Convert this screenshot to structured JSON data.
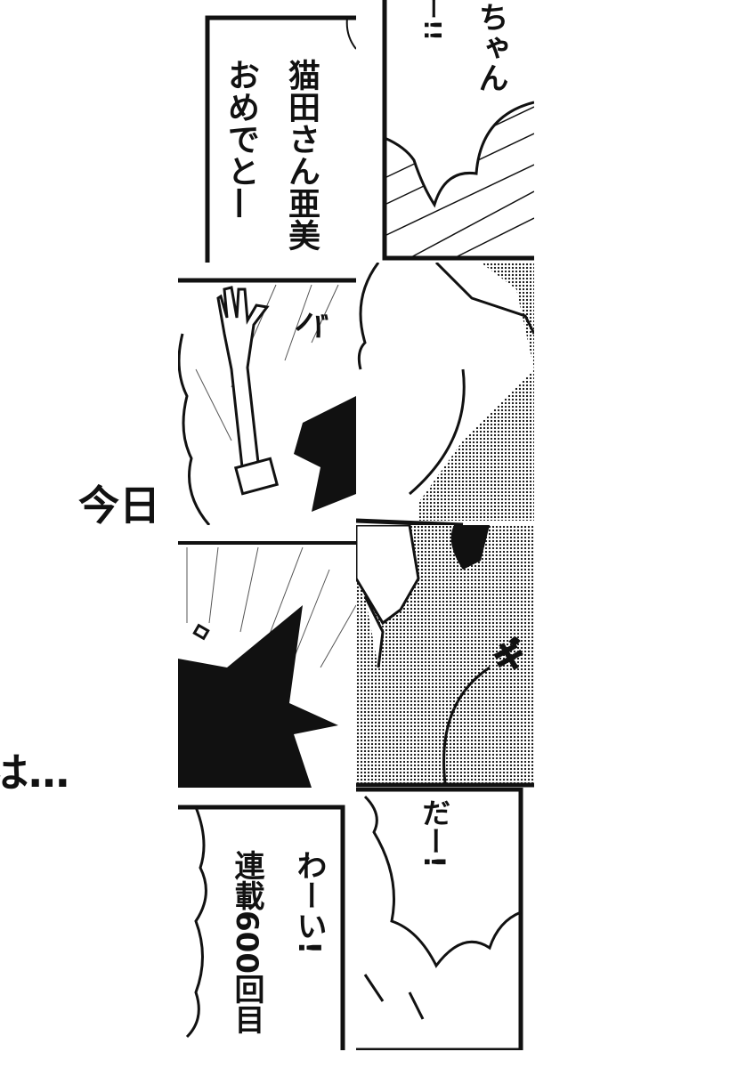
{
  "caption": {
    "line1": "今日",
    "line2": "は…"
  },
  "panel1": {
    "dialogue_col1": "猫田さん亜美",
    "dialogue_col2": "おめでと—"
  },
  "panel2": {
    "dialogue_col1": "ちゃん",
    "dialogue_col2": "ー!!"
  },
  "panel3": {
    "sfx": "バ"
  },
  "panel6": {
    "sfx": "ギ"
  },
  "panel7": {
    "dialogue_col1": "わーい!",
    "dialogue_col2": "連載600回目"
  },
  "panel8": {
    "dialogue": "だー!"
  }
}
